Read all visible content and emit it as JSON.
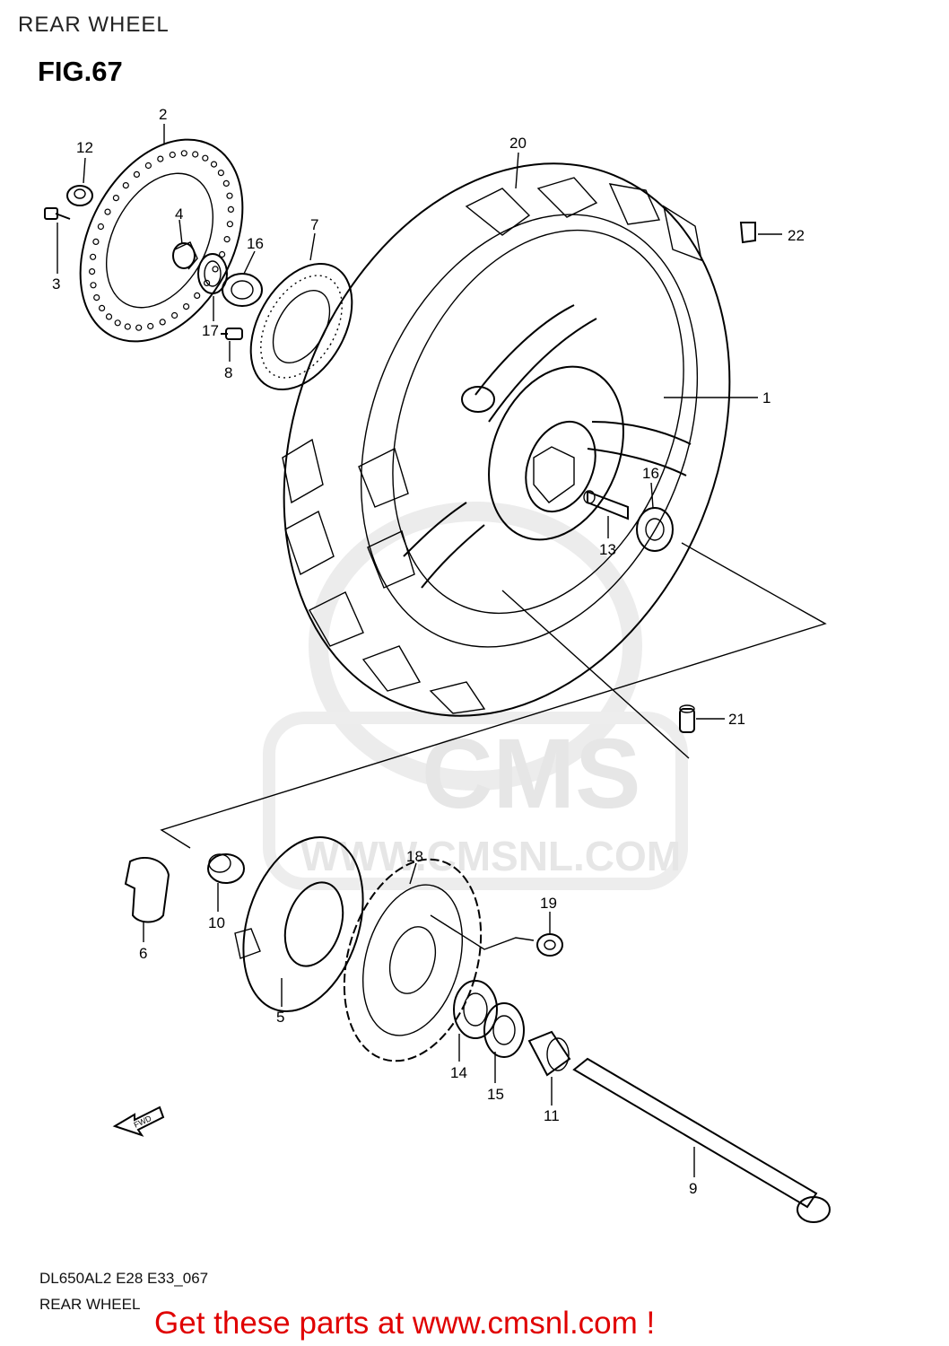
{
  "header": {
    "title": "REAR WHEEL"
  },
  "figure": {
    "title": "FIG.67"
  },
  "watermark": {
    "logo": "CMS",
    "url": "WWW.CMSNL.COM"
  },
  "fwd_label": "FWD",
  "callouts": [
    {
      "id": "c1",
      "label": "1"
    },
    {
      "id": "c2",
      "label": "2"
    },
    {
      "id": "c3",
      "label": "3"
    },
    {
      "id": "c4",
      "label": "4"
    },
    {
      "id": "c5",
      "label": "5"
    },
    {
      "id": "c6",
      "label": "6"
    },
    {
      "id": "c7",
      "label": "7"
    },
    {
      "id": "c8",
      "label": "8"
    },
    {
      "id": "c9",
      "label": "9"
    },
    {
      "id": "c10",
      "label": "10"
    },
    {
      "id": "c11",
      "label": "11"
    },
    {
      "id": "c12",
      "label": "12"
    },
    {
      "id": "c13",
      "label": "13"
    },
    {
      "id": "c14",
      "label": "14"
    },
    {
      "id": "c15",
      "label": "15"
    },
    {
      "id": "c16a",
      "label": "16"
    },
    {
      "id": "c16b",
      "label": "16"
    },
    {
      "id": "c17",
      "label": "17"
    },
    {
      "id": "c18",
      "label": "18"
    },
    {
      "id": "c19",
      "label": "19"
    },
    {
      "id": "c20",
      "label": "20"
    },
    {
      "id": "c21",
      "label": "21"
    },
    {
      "id": "c22",
      "label": "22"
    }
  ],
  "footer": {
    "code": "DL650AL2 E28 E33_067",
    "subtitle": "REAR WHEEL",
    "cta": "Get these parts at www.cmsnl.com !"
  }
}
